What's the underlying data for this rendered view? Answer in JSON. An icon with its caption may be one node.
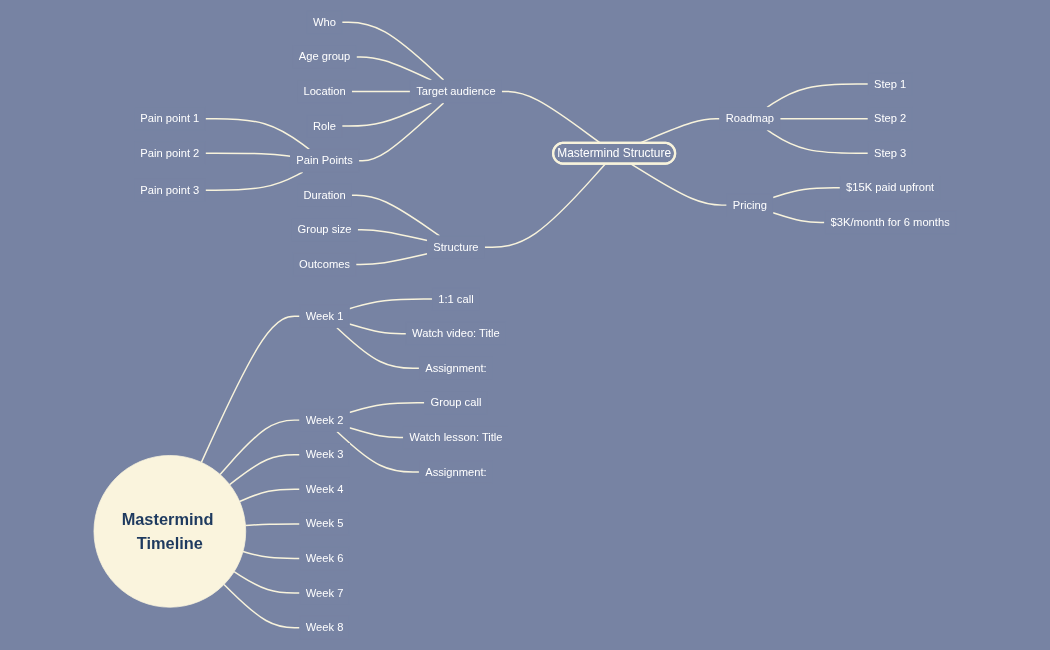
{
  "diagram": {
    "nodes": [
      {
        "text": [
          "Mastermind Timeline"
        ]
      },
      {
        "text": [
          "Week 1"
        ]
      },
      {
        "text": [
          "1:1 call"
        ]
      },
      {
        "text": [
          "Watch video: Title"
        ]
      },
      {
        "text": [
          "Assignment:"
        ]
      },
      {
        "text": [
          "Week 2"
        ]
      },
      {
        "text": [
          "Group call"
        ]
      },
      {
        "text": [
          "Watch lesson: Title"
        ]
      },
      {
        "text": [
          "Assignment:"
        ]
      },
      {
        "text": [
          "Week 3"
        ]
      },
      {
        "text": [
          "Week 4"
        ]
      },
      {
        "text": [
          "Week 5"
        ]
      },
      {
        "text": [
          "Week 6"
        ]
      },
      {
        "text": [
          "Week 7"
        ]
      },
      {
        "text": [
          "Week 8"
        ]
      },
      {
        "text": [
          "Who"
        ]
      },
      {
        "text": [
          "Age group"
        ]
      },
      {
        "text": [
          "Location"
        ]
      },
      {
        "text": [
          "Role"
        ]
      },
      {
        "text": [
          "Target audience"
        ]
      },
      {
        "text": [
          "Pain point 1"
        ]
      },
      {
        "text": [
          "Pain point 2"
        ]
      },
      {
        "text": [
          "Pain point 3"
        ]
      },
      {
        "text": [
          "Pain Points"
        ]
      },
      {
        "text": [
          "Duration"
        ]
      },
      {
        "text": [
          "Group size"
        ]
      },
      {
        "text": [
          "Outcomes"
        ]
      },
      {
        "text": [
          "Structure"
        ]
      },
      {
        "text": [
          "Mastermind Structure"
        ]
      },
      {
        "text": [
          "Roadmap"
        ]
      },
      {
        "text": [
          "Step 1"
        ]
      },
      {
        "text": [
          "Step 2"
        ]
      },
      {
        "text": [
          "Step 3"
        ]
      },
      {
        "text": [
          "Pricing"
        ]
      },
      {
        "text": [
          "$15K paid upfront"
        ]
      },
      {
        "text": [
          "$3K/month for 6 months"
        ]
      }
    ],
    "edges": [
      {
        "from": 0,
        "to": 1,
        "arrow": "none"
      },
      {
        "from": 0,
        "to": 5,
        "arrow": "none"
      },
      {
        "from": 0,
        "to": 9,
        "arrow": "none"
      },
      {
        "from": 0,
        "to": 10,
        "arrow": "none"
      },
      {
        "from": 0,
        "to": 11,
        "arrow": "none"
      },
      {
        "from": 0,
        "to": 12,
        "arrow": "none"
      },
      {
        "from": 0,
        "to": 13,
        "arrow": "none"
      },
      {
        "from": 0,
        "to": 14,
        "arrow": "none"
      },
      {
        "from": 1,
        "to": 2,
        "arrow": "none"
      },
      {
        "from": 1,
        "to": 3,
        "arrow": "none"
      },
      {
        "from": 1,
        "to": 4,
        "arrow": "none"
      },
      {
        "from": 5,
        "to": 6,
        "arrow": "none"
      },
      {
        "from": 5,
        "to": 7,
        "arrow": "none"
      },
      {
        "from": 5,
        "to": 8,
        "arrow": "none"
      },
      {
        "from": 15,
        "to": 19,
        "arrow": "none"
      },
      {
        "from": 16,
        "to": 19,
        "arrow": "none"
      },
      {
        "from": 17,
        "to": 19,
        "arrow": "none"
      },
      {
        "from": 18,
        "to": 19,
        "arrow": "none"
      },
      {
        "from": 20,
        "to": 23,
        "arrow": "none"
      },
      {
        "from": 21,
        "to": 23,
        "arrow": "none"
      },
      {
        "from": 22,
        "to": 23,
        "arrow": "none"
      },
      {
        "from": 23,
        "to": 19,
        "arrow": "none"
      },
      {
        "from": 19,
        "to": 28,
        "arrow": "none"
      },
      {
        "from": 24,
        "to": 27,
        "arrow": "none"
      },
      {
        "from": 25,
        "to": 27,
        "arrow": "none"
      },
      {
        "from": 26,
        "to": 27,
        "arrow": "none"
      },
      {
        "from": 27,
        "to": 28,
        "arrow": "none"
      },
      {
        "from": 28,
        "to": 29,
        "arrow": "none"
      },
      {
        "from": 29,
        "to": 30,
        "arrow": "none"
      },
      {
        "from": 29,
        "to": 31,
        "arrow": "none"
      },
      {
        "from": 29,
        "to": 32,
        "arrow": "none"
      },
      {
        "from": 28,
        "to": 33,
        "arrow": "none"
      },
      {
        "from": 33,
        "to": 34,
        "arrow": "none"
      },
      {
        "from": 33,
        "to": 35,
        "arrow": "none"
      }
    ]
  }
}
